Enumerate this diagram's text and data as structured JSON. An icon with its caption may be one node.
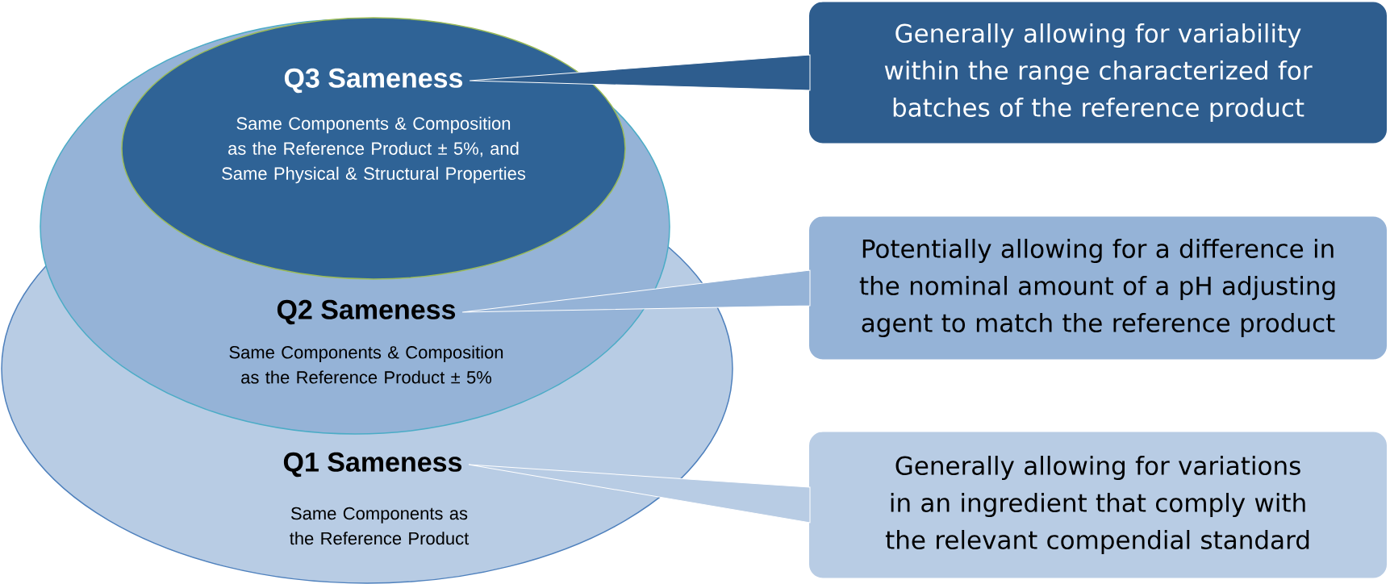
{
  "diagram": {
    "nodes": [
      {
        "text": [
          "Q1 Sameness",
          "Same Components as the Reference Product"
        ]
      },
      {
        "text": [
          "Q2 Sameness",
          "Same Components & Composition as the Reference Product ± 5%"
        ]
      },
      {
        "text": [
          "Q3 Sameness",
          "Same Components & Composition as the Reference Product ± 5%, and Same Physical & Structural Properties"
        ],
        "in": 1
      },
      {
        "text": [
          "Generally allowing for variability within the range characterized for batches of the reference product"
        ]
      },
      {
        "text": [
          "Potentially allowing for a difference in the nominal amount of a pH adjusting agent to match the reference product"
        ]
      },
      {
        "text": [
          "Generally allowing for variations in an ingredient that comply with the relevant compendial standard"
        ]
      }
    ],
    "edges": [
      {
        "from": 3,
        "to": 2,
        "arrow": "none"
      },
      {
        "from": 4,
        "to": 1,
        "arrow": "none"
      },
      {
        "from": 5,
        "to": 0,
        "arrow": "none"
      }
    ]
  }
}
